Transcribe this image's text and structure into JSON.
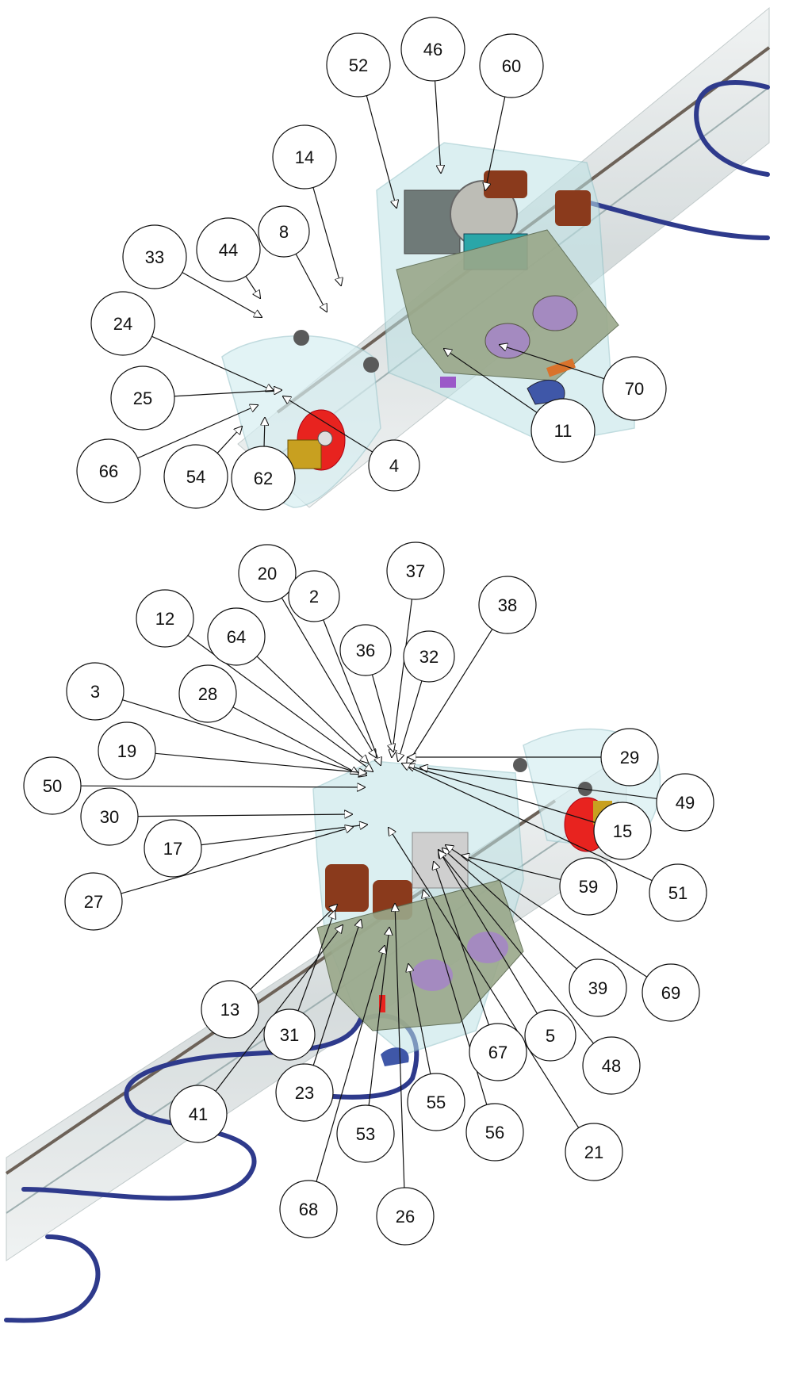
{
  "figure_top": {
    "callouts": [
      {
        "id": "52",
        "label": "52"
      },
      {
        "id": "46",
        "label": "46"
      },
      {
        "id": "60",
        "label": "60"
      },
      {
        "id": "14",
        "label": "14"
      },
      {
        "id": "8",
        "label": "8"
      },
      {
        "id": "44",
        "label": "44"
      },
      {
        "id": "33",
        "label": "33"
      },
      {
        "id": "24",
        "label": "24"
      },
      {
        "id": "25",
        "label": "25"
      },
      {
        "id": "66",
        "label": "66"
      },
      {
        "id": "54",
        "label": "54"
      },
      {
        "id": "62",
        "label": "62"
      },
      {
        "id": "4",
        "label": "4"
      },
      {
        "id": "11",
        "label": "11"
      },
      {
        "id": "70",
        "label": "70"
      }
    ]
  },
  "figure_bottom": {
    "callouts": [
      {
        "id": "20",
        "label": "20"
      },
      {
        "id": "2",
        "label": "2"
      },
      {
        "id": "37",
        "label": "37"
      },
      {
        "id": "12",
        "label": "12"
      },
      {
        "id": "64",
        "label": "64"
      },
      {
        "id": "36",
        "label": "36"
      },
      {
        "id": "32",
        "label": "32"
      },
      {
        "id": "38",
        "label": "38"
      },
      {
        "id": "3",
        "label": "3"
      },
      {
        "id": "28",
        "label": "28"
      },
      {
        "id": "19",
        "label": "19"
      },
      {
        "id": "50",
        "label": "50"
      },
      {
        "id": "30",
        "label": "30"
      },
      {
        "id": "17",
        "label": "17"
      },
      {
        "id": "27",
        "label": "27"
      },
      {
        "id": "29",
        "label": "29"
      },
      {
        "id": "49",
        "label": "49"
      },
      {
        "id": "15",
        "label": "15"
      },
      {
        "id": "51",
        "label": "51"
      },
      {
        "id": "59",
        "label": "59"
      },
      {
        "id": "39",
        "label": "39"
      },
      {
        "id": "69",
        "label": "69"
      },
      {
        "id": "13",
        "label": "13"
      },
      {
        "id": "31",
        "label": "31"
      },
      {
        "id": "41",
        "label": "41"
      },
      {
        "id": "23",
        "label": "23"
      },
      {
        "id": "67",
        "label": "67"
      },
      {
        "id": "5",
        "label": "5"
      },
      {
        "id": "48",
        "label": "48"
      },
      {
        "id": "55",
        "label": "55"
      },
      {
        "id": "53",
        "label": "53"
      },
      {
        "id": "56",
        "label": "56"
      },
      {
        "id": "21",
        "label": "21"
      },
      {
        "id": "68",
        "label": "68"
      },
      {
        "id": "26",
        "label": "26"
      }
    ]
  },
  "colors": {
    "rail": "#d9dfe0",
    "housing": "#bfe3e6",
    "cable": "#2e3a8c",
    "bracket": "#9aa88a",
    "coil": "#8a3a1c",
    "red_disc": "#e8231f",
    "brass_block": "#c8a020",
    "leader": "#111111"
  }
}
